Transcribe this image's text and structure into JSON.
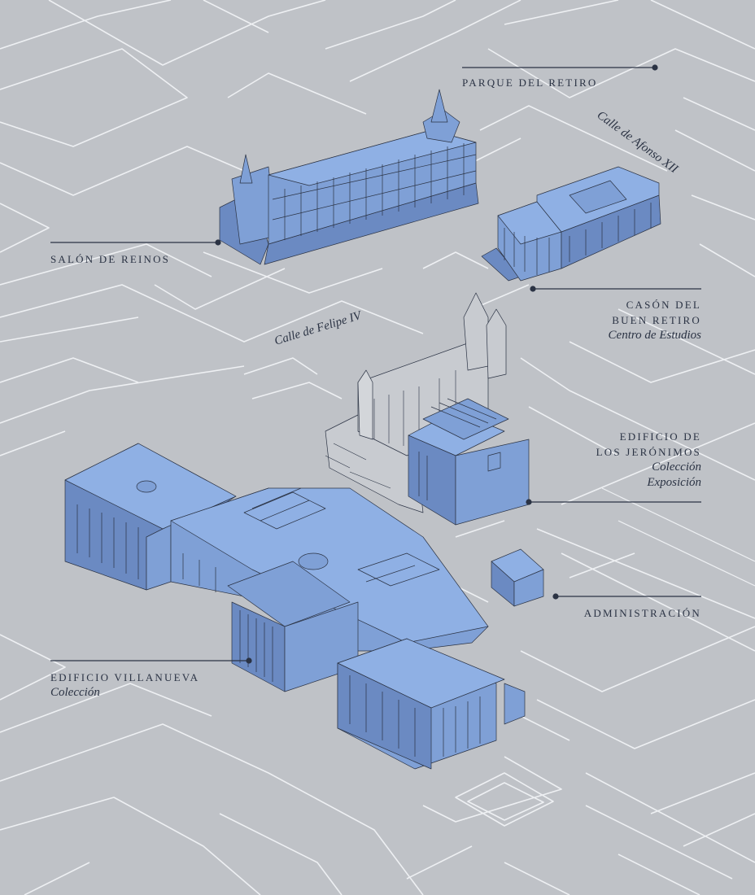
{
  "labels": {
    "parque": "PARQUE DEL RETIRO",
    "salon": "SALÓN DE REINOS",
    "cason_1": "CASÓN DEL",
    "cason_2": "BUEN RETIRO",
    "cason_sub": "Centro de Estudios",
    "jeronimos_1": "EDIFICIO DE",
    "jeronimos_2": "LOS JERÓNIMOS",
    "jeronimos_sub_1": "Colección",
    "jeronimos_sub_2": "Exposición",
    "administracion": "ADMINISTRACIÓN",
    "villanueva": "EDIFICIO VILLANUEVA",
    "villanueva_sub": "Colección"
  },
  "streets": {
    "felipe": "Calle de Felipe IV",
    "alfonso": "Calle de Afonso XII"
  },
  "colors": {
    "background": "#bfc2c7",
    "street_lines": "#eef0f3",
    "building_fill": "#7fa0d6",
    "building_dark": "#6b8ac2",
    "outline": "#2b3344"
  }
}
